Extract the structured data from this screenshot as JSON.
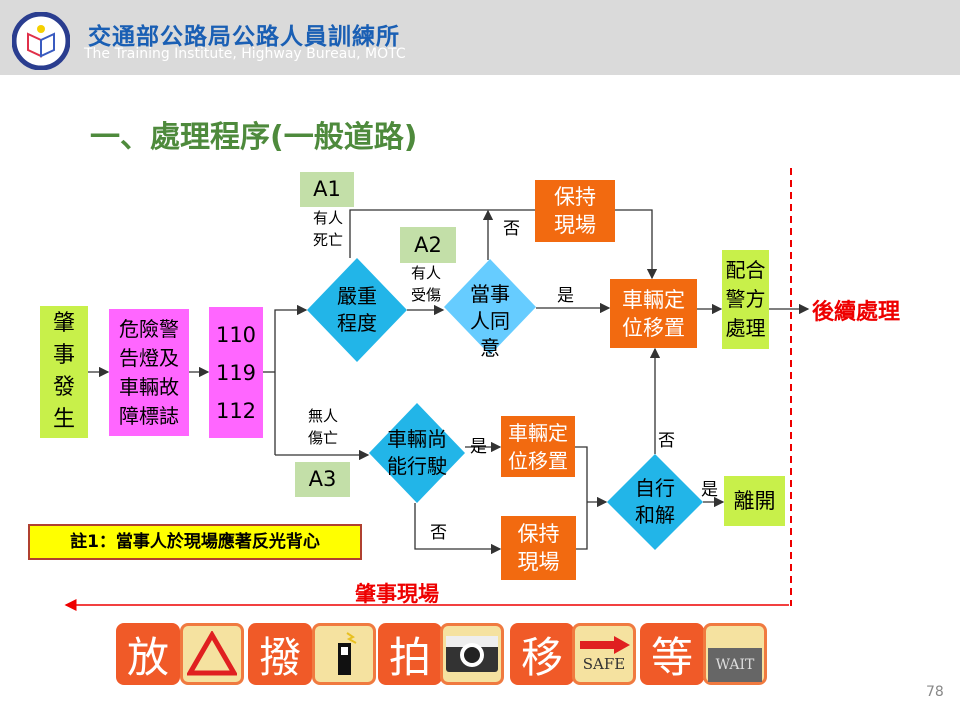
{
  "header": {
    "org_name": "交通部公路局公路人員訓練所",
    "org_name_en": "The Training Institute, Highway Bureau, MOTC"
  },
  "title": "一、處理程序(一般道路)",
  "flow": {
    "accident": "肇事發生",
    "warning": "危險警告燈及車輛故障標誌",
    "phones": [
      "110",
      "119",
      "112"
    ],
    "severity": "嚴重程度",
    "a1": "A1",
    "a1_desc": "有人死亡",
    "a2": "A2",
    "a2_desc": "有人受傷",
    "a3": "A3",
    "a3_desc": "無人傷亡",
    "consent": "當事人同意",
    "keep_scene": "保持現場",
    "move_vehicle": "車輛定位移置",
    "cooperate": "配合警方處理",
    "followup": "後續處理",
    "drivable": "車輛尚能行駛",
    "move_vehicle2": "車輛定位移置",
    "keep_scene2": "保持現場",
    "settle": "自行和解",
    "leave": "離開",
    "yes": "是",
    "no": "否",
    "note": "註1：當事人於現場應著反光背心",
    "scene": "肇事現場"
  },
  "steps": [
    {
      "char": "放",
      "icon": "warning-triangle-icon"
    },
    {
      "char": "撥",
      "icon": "phone-icon"
    },
    {
      "char": "拍",
      "icon": "camera-icon"
    },
    {
      "char": "移",
      "icon": "safe-arrow-icon",
      "icon_text": "SAFE"
    },
    {
      "char": "等",
      "icon": "wait-icon",
      "icon_text": "WAIT"
    }
  ],
  "page_number": "78"
}
